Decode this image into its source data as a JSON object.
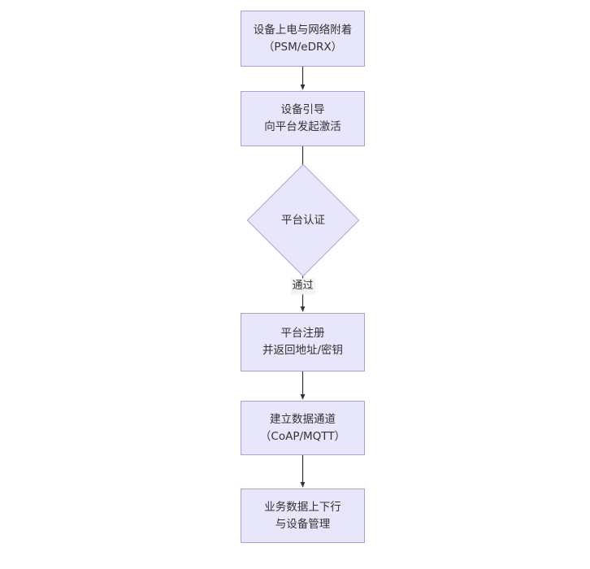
{
  "diagram": {
    "type": "flowchart",
    "orientation": "top-to-bottom",
    "background_color": "#ffffff",
    "node_fill_color": "#e8e6fa",
    "node_border_color": "#b49ae0",
    "text_color": "#333333",
    "edge_color": "#333333",
    "edge_label_background": "#f4f4f4",
    "nodes": [
      {
        "id": "n1",
        "shape": "rectangle",
        "line1": "设备上电与网络附着",
        "line2": "（PSM/eDRX）"
      },
      {
        "id": "n2",
        "shape": "rectangle",
        "line1": "设备引导",
        "line2": "向平台发起激活"
      },
      {
        "id": "n3",
        "shape": "diamond",
        "line1": "平台认证",
        "line2": ""
      },
      {
        "id": "n4",
        "shape": "rectangle",
        "line1": "平台注册",
        "line2": "并返回地址/密钥"
      },
      {
        "id": "n5",
        "shape": "rectangle",
        "line1": "建立数据通道",
        "line2": "（CoAP/MQTT）"
      },
      {
        "id": "n6",
        "shape": "rectangle",
        "line1": "业务数据上下行",
        "line2": "与设备管理"
      }
    ],
    "edges": [
      {
        "id": "e1",
        "from": "n1",
        "to": "n2",
        "label": ""
      },
      {
        "id": "e2",
        "from": "n2",
        "to": "n3",
        "label": ""
      },
      {
        "id": "e3",
        "from": "n3",
        "to": "n4",
        "label": "通过"
      },
      {
        "id": "e4",
        "from": "n4",
        "to": "n5",
        "label": ""
      },
      {
        "id": "e5",
        "from": "n5",
        "to": "n6",
        "label": ""
      }
    ]
  }
}
